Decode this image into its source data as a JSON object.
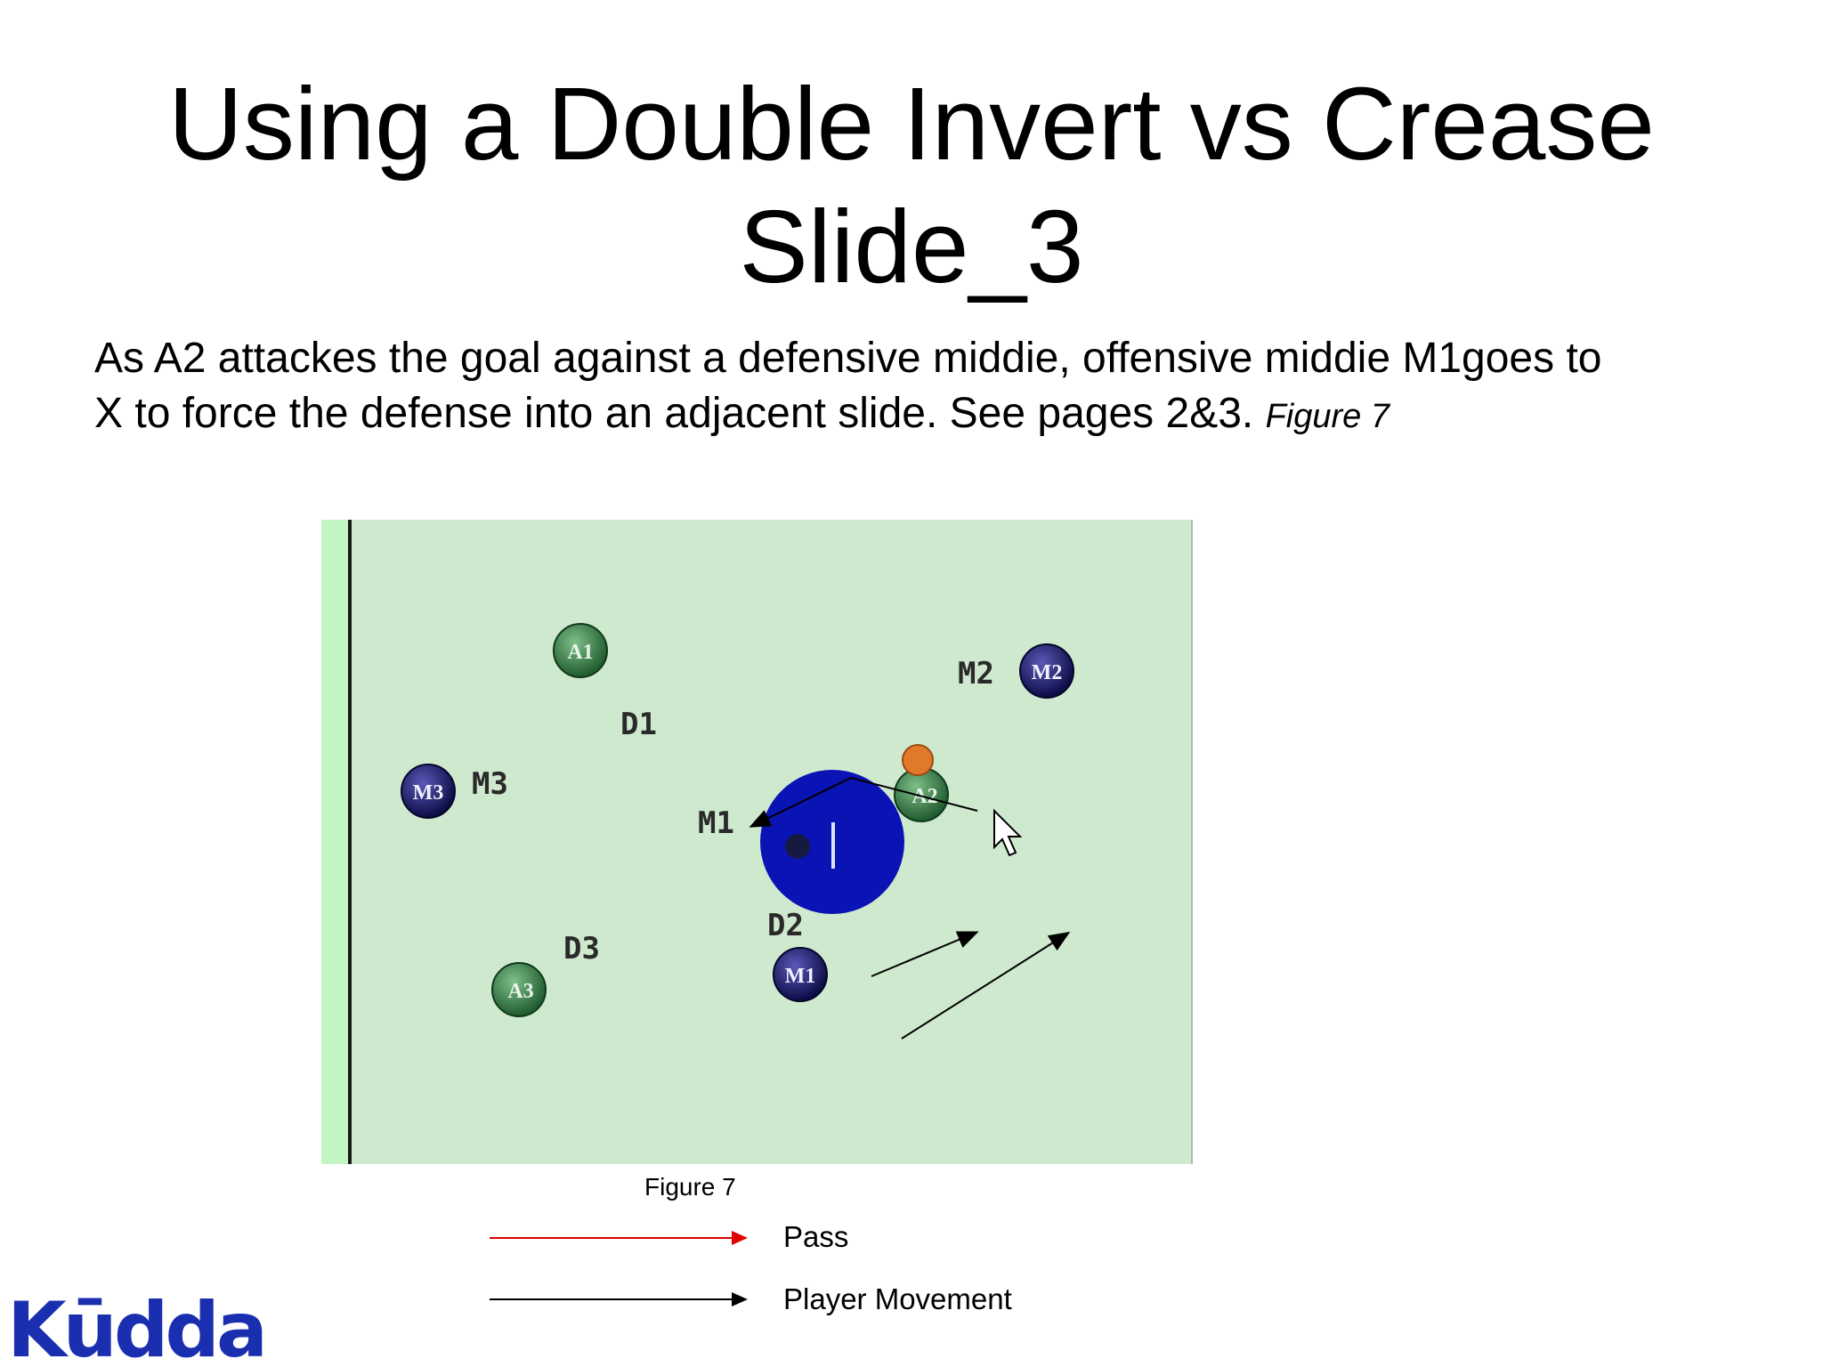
{
  "slide": {
    "title_line1": "Using a Double Invert vs Crease",
    "title_line2": "Slide_3",
    "body": "As A2 attackes the goal against a defensive middie, offensive middie M1goes to X to force the defense into an adjacent slide. See pages 2&3.",
    "figure_ref": "Figure 7"
  },
  "diagram": {
    "players": [
      {
        "id": "A1",
        "team": "attack"
      },
      {
        "id": "A2",
        "team": "attack"
      },
      {
        "id": "A3",
        "team": "attack"
      },
      {
        "id": "M1",
        "team": "midfield"
      },
      {
        "id": "M2",
        "team": "midfield"
      },
      {
        "id": "M3",
        "team": "midfield"
      }
    ],
    "labels": [
      "D1",
      "D2",
      "D3",
      "M1",
      "M2",
      "M3"
    ],
    "colors": {
      "field": "#cfe9cf",
      "attack": "#3f8a4e",
      "midfield": "#1a1a6e",
      "crease": "#0a14b4",
      "ball": "#e07a2a"
    }
  },
  "caption": "Figure 7",
  "legend": {
    "pass_label": "Pass",
    "pass_color": "#e00000",
    "movement_label": "Player Movement",
    "movement_color": "#000000"
  },
  "logo": {
    "text": "Kūdda",
    "color": "#1a2fb0"
  }
}
